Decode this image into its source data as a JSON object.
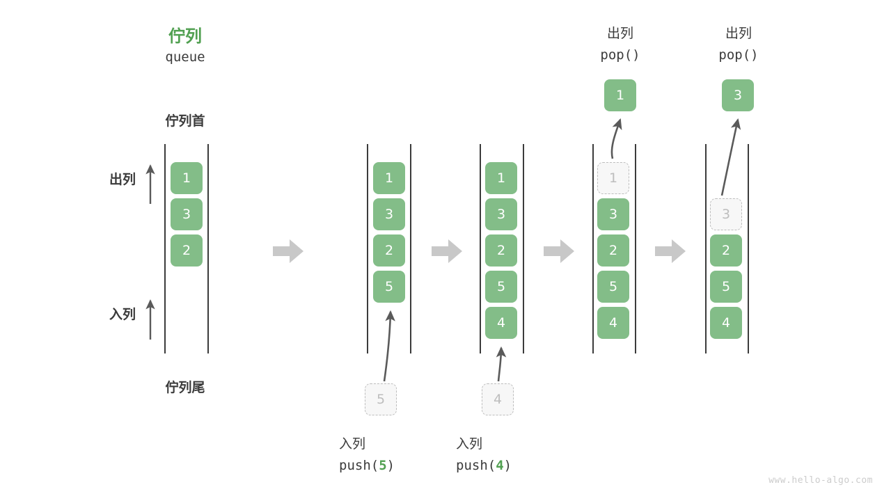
{
  "page": {
    "title_cn": "佇列",
    "title_code": "queue",
    "watermark": "www.hello-algo.com"
  },
  "labels": {
    "head": "佇列首",
    "tail": "佇列尾",
    "dequeue": "出列",
    "enqueue": "入列"
  },
  "colors": {
    "cell_fill": "#83bd88",
    "cell_text": "#ffffff",
    "ghost_fill": "#f7f7f7",
    "ghost_border": "#bdbdbd",
    "ghost_text": "#bdbdbd",
    "rail": "#3b3b3b",
    "accent_green": "#51a051",
    "sep_arrow": "#c8c8c8",
    "text": "#3b3b3b",
    "watermark": "#cccccc"
  },
  "columns": [
    {
      "id": "initial",
      "cells": [
        "1",
        "3",
        "2"
      ],
      "ghost_index": -1,
      "caption_cn": "",
      "caption_code": "",
      "popped_value": ""
    },
    {
      "id": "push-5",
      "cells": [
        "1",
        "3",
        "2",
        "5"
      ],
      "ghost_index": -1,
      "caption_cn": "入列",
      "caption_code": "push(5)",
      "caption_arg": "5",
      "incoming_value": "5"
    },
    {
      "id": "push-4",
      "cells": [
        "1",
        "3",
        "2",
        "5",
        "4"
      ],
      "ghost_index": -1,
      "caption_cn": "入列",
      "caption_code": "push(4)",
      "caption_arg": "4",
      "incoming_value": "4"
    },
    {
      "id": "pop-1",
      "cells": [
        "1",
        "3",
        "2",
        "5",
        "4"
      ],
      "ghost_index": 0,
      "header_cn": "出列",
      "header_code": "pop()",
      "popped_value": "1"
    },
    {
      "id": "pop-3",
      "cells": [
        "3",
        "2",
        "5",
        "4"
      ],
      "ghost_index": 0,
      "header_cn": "出列",
      "header_code": "pop()",
      "popped_value": "3"
    }
  ],
  "separators": [
    "arrow-right-icon",
    "arrow-right-icon",
    "arrow-right-icon",
    "arrow-right-icon"
  ]
}
